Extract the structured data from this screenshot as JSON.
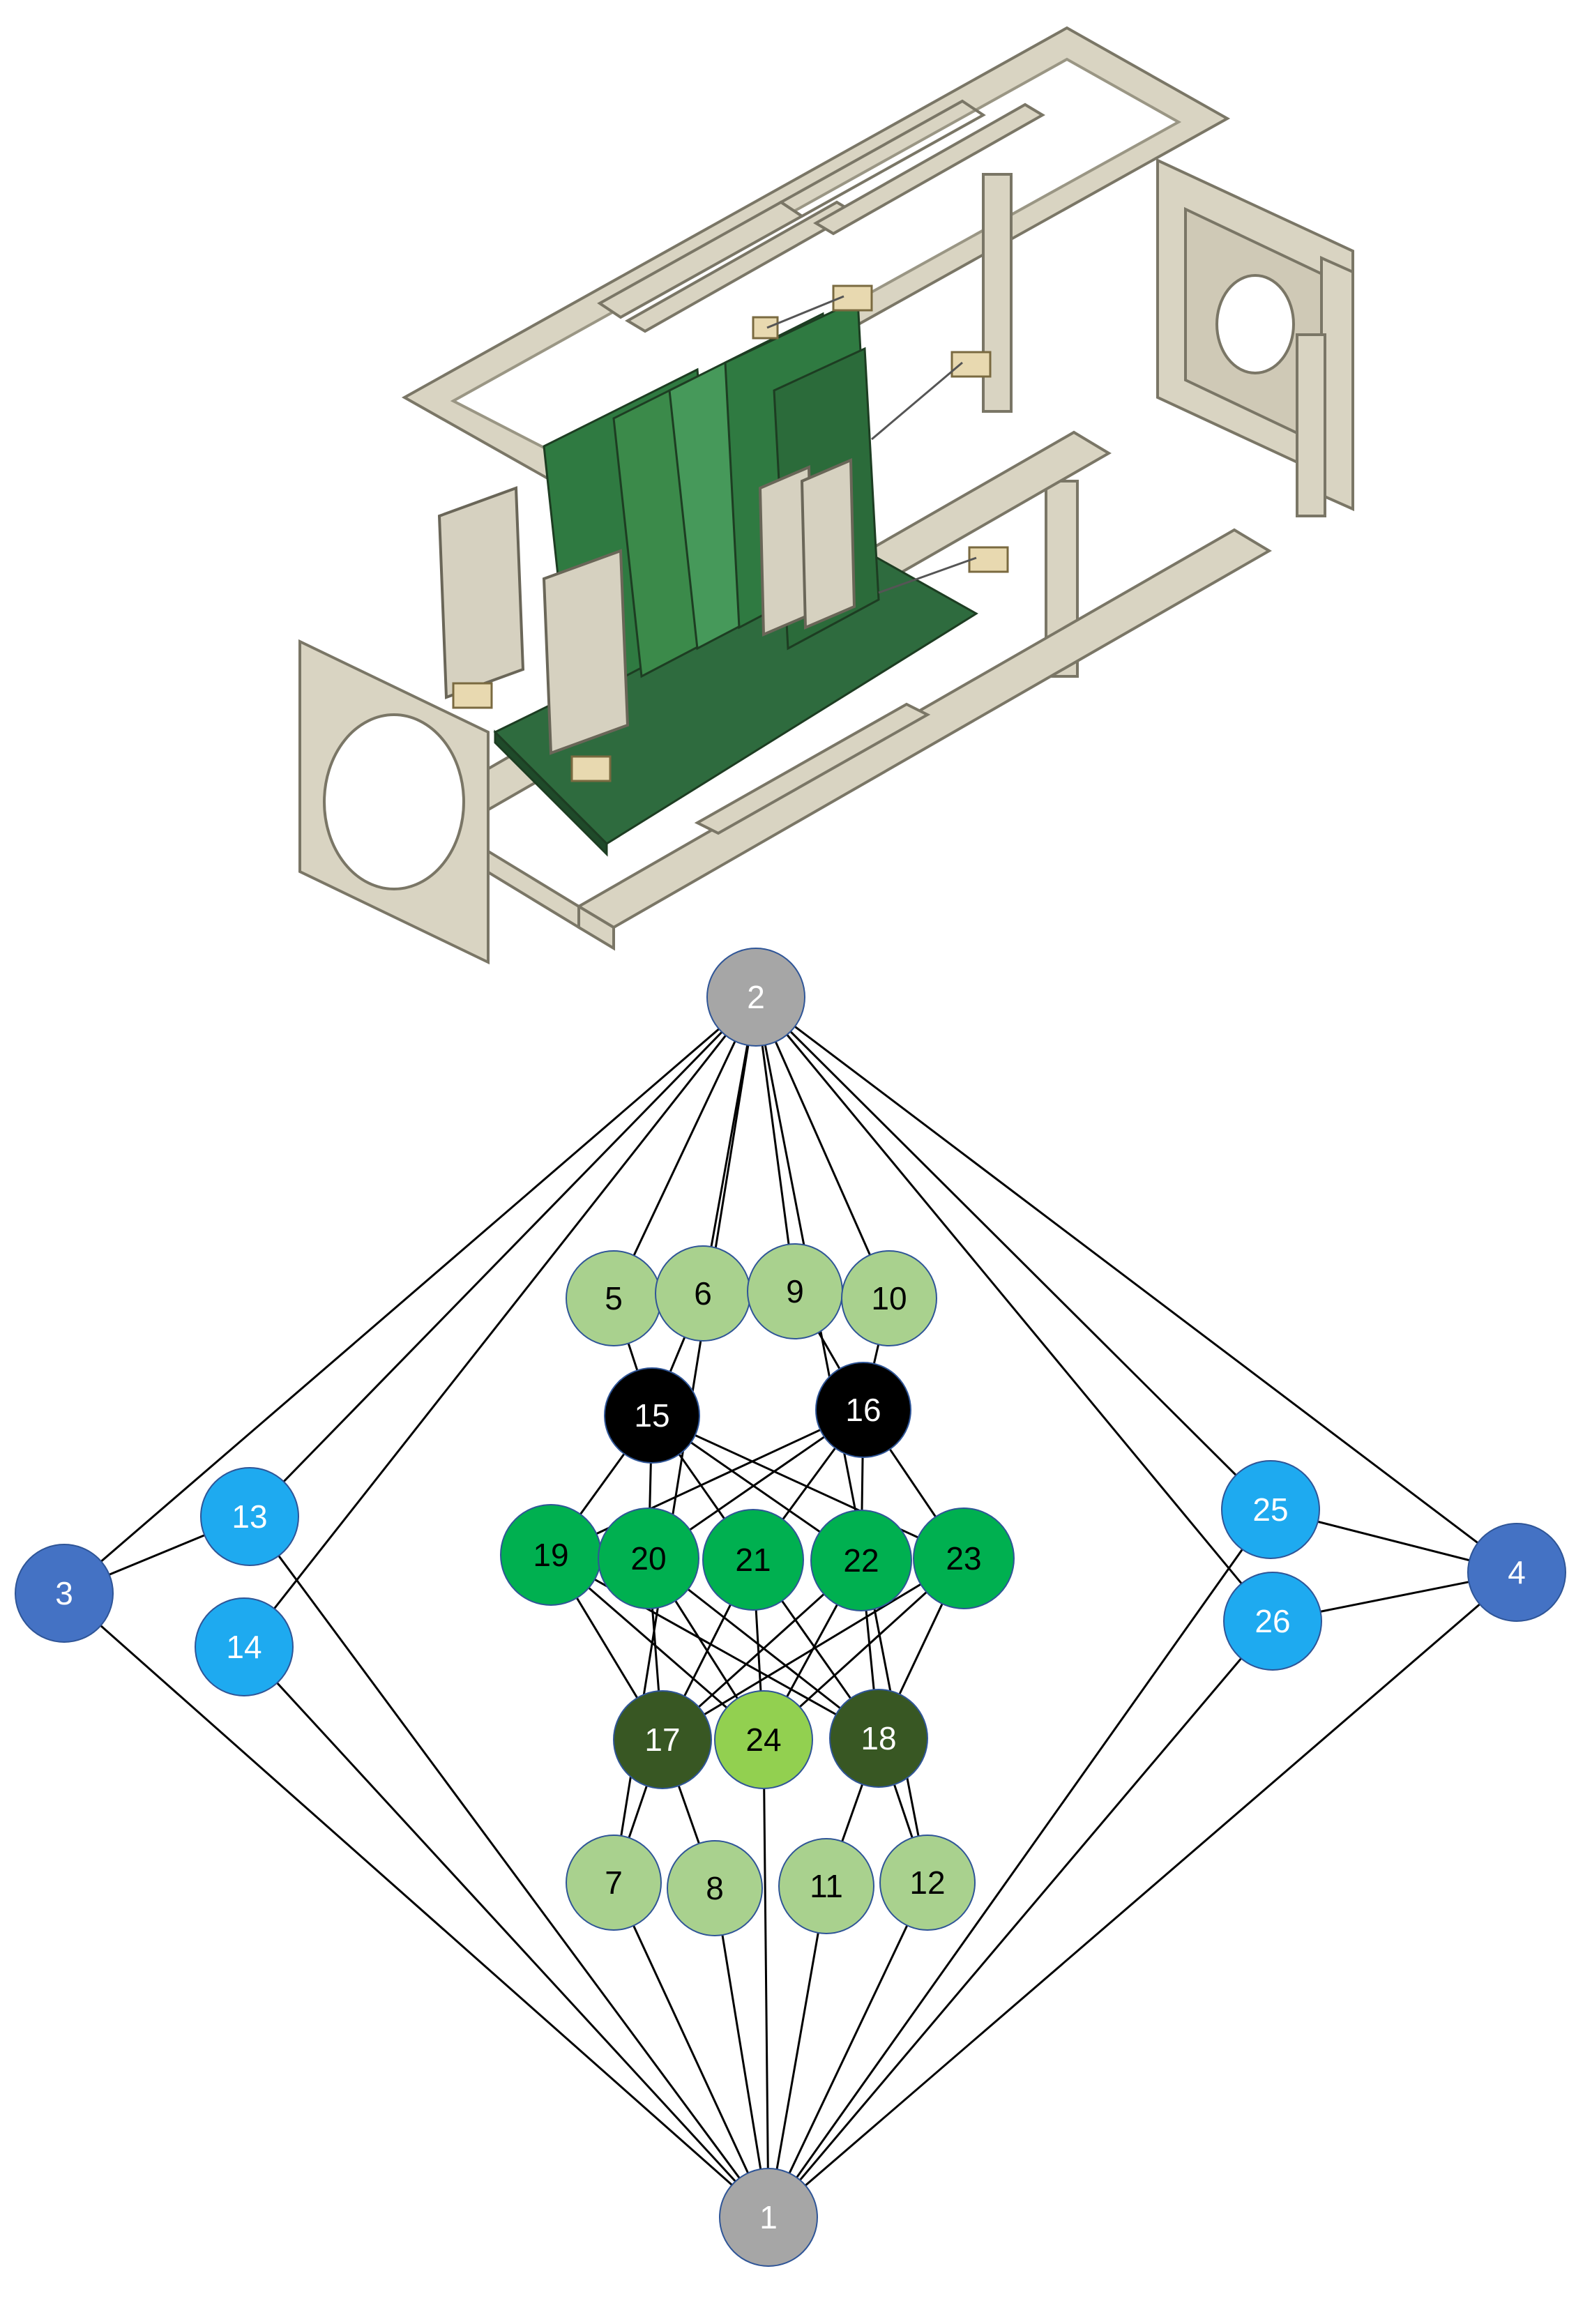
{
  "colors": {
    "gray": "#a6a6a6",
    "dark_blue": "#4472c4",
    "light_blue": "#1eaaf0",
    "light_green": "#a9d18e",
    "black": "#000000",
    "medium_green": "#00b050",
    "dark_green": "#385723",
    "lime_green": "#92d050",
    "frame_beige": "#d9d4c2",
    "board_green": "#2e6b3e",
    "edge": "#000000"
  },
  "cad_model": {
    "description_icon": "satellite-chassis-assembly-icon"
  },
  "graph": {
    "nodes": [
      {
        "id": "1",
        "label": "1",
        "color": "gray",
        "text": "#ffffff"
      },
      {
        "id": "2",
        "label": "2",
        "color": "gray",
        "text": "#ffffff"
      },
      {
        "id": "3",
        "label": "3",
        "color": "dark_blue",
        "text": "#ffffff"
      },
      {
        "id": "4",
        "label": "4",
        "color": "dark_blue",
        "text": "#ffffff"
      },
      {
        "id": "5",
        "label": "5",
        "color": "light_green",
        "text": "#000000"
      },
      {
        "id": "6",
        "label": "6",
        "color": "light_green",
        "text": "#000000"
      },
      {
        "id": "7",
        "label": "7",
        "color": "light_green",
        "text": "#000000"
      },
      {
        "id": "8",
        "label": "8",
        "color": "light_green",
        "text": "#000000"
      },
      {
        "id": "9",
        "label": "9",
        "color": "light_green",
        "text": "#000000"
      },
      {
        "id": "10",
        "label": "10",
        "color": "light_green",
        "text": "#000000"
      },
      {
        "id": "11",
        "label": "11",
        "color": "light_green",
        "text": "#000000"
      },
      {
        "id": "12",
        "label": "12",
        "color": "light_green",
        "text": "#000000"
      },
      {
        "id": "13",
        "label": "13",
        "color": "light_blue",
        "text": "#ffffff"
      },
      {
        "id": "14",
        "label": "14",
        "color": "light_blue",
        "text": "#ffffff"
      },
      {
        "id": "15",
        "label": "15",
        "color": "black",
        "text": "#ffffff"
      },
      {
        "id": "16",
        "label": "16",
        "color": "black",
        "text": "#ffffff"
      },
      {
        "id": "17",
        "label": "17",
        "color": "dark_green",
        "text": "#ffffff"
      },
      {
        "id": "18",
        "label": "18",
        "color": "dark_green",
        "text": "#ffffff"
      },
      {
        "id": "19",
        "label": "19",
        "color": "medium_green",
        "text": "#000000"
      },
      {
        "id": "20",
        "label": "20",
        "color": "medium_green",
        "text": "#000000"
      },
      {
        "id": "21",
        "label": "21",
        "color": "medium_green",
        "text": "#000000"
      },
      {
        "id": "22",
        "label": "22",
        "color": "medium_green",
        "text": "#000000"
      },
      {
        "id": "23",
        "label": "23",
        "color": "medium_green",
        "text": "#000000"
      },
      {
        "id": "24",
        "label": "24",
        "color": "lime_green",
        "text": "#000000"
      },
      {
        "id": "25",
        "label": "25",
        "color": "light_blue",
        "text": "#ffffff"
      },
      {
        "id": "26",
        "label": "26",
        "color": "light_blue",
        "text": "#ffffff"
      }
    ],
    "edges": [
      [
        "2",
        "3"
      ],
      [
        "2",
        "13"
      ],
      [
        "2",
        "14"
      ],
      [
        "2",
        "5"
      ],
      [
        "2",
        "6"
      ],
      [
        "2",
        "9"
      ],
      [
        "2",
        "10"
      ],
      [
        "2",
        "25"
      ],
      [
        "2",
        "26"
      ],
      [
        "2",
        "4"
      ],
      [
        "2",
        "7"
      ],
      [
        "2",
        "12"
      ],
      [
        "1",
        "3"
      ],
      [
        "1",
        "14"
      ],
      [
        "1",
        "13"
      ],
      [
        "1",
        "7"
      ],
      [
        "1",
        "8"
      ],
      [
        "1",
        "24"
      ],
      [
        "1",
        "11"
      ],
      [
        "1",
        "12"
      ],
      [
        "1",
        "25"
      ],
      [
        "1",
        "26"
      ],
      [
        "1",
        "4"
      ],
      [
        "3",
        "13"
      ],
      [
        "4",
        "25"
      ],
      [
        "4",
        "26"
      ],
      [
        "5",
        "15"
      ],
      [
        "6",
        "15"
      ],
      [
        "9",
        "16"
      ],
      [
        "10",
        "16"
      ],
      [
        "15",
        "19"
      ],
      [
        "15",
        "20"
      ],
      [
        "15",
        "21"
      ],
      [
        "15",
        "22"
      ],
      [
        "15",
        "23"
      ],
      [
        "16",
        "19"
      ],
      [
        "16",
        "20"
      ],
      [
        "16",
        "21"
      ],
      [
        "16",
        "22"
      ],
      [
        "16",
        "23"
      ],
      [
        "17",
        "19"
      ],
      [
        "17",
        "20"
      ],
      [
        "17",
        "21"
      ],
      [
        "17",
        "22"
      ],
      [
        "17",
        "23"
      ],
      [
        "24",
        "19"
      ],
      [
        "24",
        "20"
      ],
      [
        "24",
        "21"
      ],
      [
        "24",
        "22"
      ],
      [
        "24",
        "23"
      ],
      [
        "18",
        "19"
      ],
      [
        "18",
        "20"
      ],
      [
        "18",
        "21"
      ],
      [
        "18",
        "22"
      ],
      [
        "18",
        "23"
      ],
      [
        "17",
        "7"
      ],
      [
        "17",
        "8"
      ],
      [
        "18",
        "11"
      ],
      [
        "18",
        "12"
      ]
    ]
  }
}
